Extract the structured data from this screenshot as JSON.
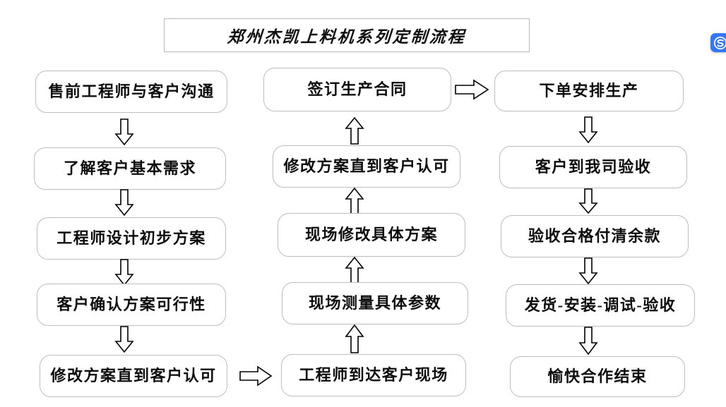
{
  "page": {
    "title": "郑州杰凯上料机系列定制流程",
    "background_color": "#ffffff",
    "box_border_color": "#bdbdbd",
    "text_color": "#0d0d0d"
  },
  "badge": {
    "name": "s-logo-badge",
    "color": "#3478f6",
    "glyph": "S"
  },
  "flow": {
    "column1": [
      {
        "id": "n1",
        "label": "售前工程师与客户沟通"
      },
      {
        "id": "n2",
        "label": "了解客户基本需求"
      },
      {
        "id": "n3",
        "label": "工程师设计初步方案"
      },
      {
        "id": "n4",
        "label": "客户确认方案可行性"
      },
      {
        "id": "n5",
        "label": "修改方案直到客户认可"
      }
    ],
    "column2": [
      {
        "id": "n6",
        "label": "签订生产合同"
      },
      {
        "id": "n7",
        "label": "修改方案直到客户认可"
      },
      {
        "id": "n8",
        "label": "现场修改具体方案"
      },
      {
        "id": "n9",
        "label": "现场测量具体参数"
      },
      {
        "id": "n10",
        "label": "工程师到达客户现场"
      }
    ],
    "column3": [
      {
        "id": "n11",
        "label": "下单安排生产"
      },
      {
        "id": "n12",
        "label": "客户到我司验收"
      },
      {
        "id": "n13",
        "label": "验收合格付清余款"
      },
      {
        "id": "n14",
        "label": "发货-安装-调试-验收"
      },
      {
        "id": "n15",
        "label": "愉快合作结束"
      }
    ],
    "connectors": [
      {
        "id": "a1",
        "direction": "down",
        "from": "n1",
        "to": "n2"
      },
      {
        "id": "a2",
        "direction": "down",
        "from": "n2",
        "to": "n3"
      },
      {
        "id": "a3",
        "direction": "down",
        "from": "n3",
        "to": "n4"
      },
      {
        "id": "a4",
        "direction": "down",
        "from": "n4",
        "to": "n5"
      },
      {
        "id": "a5",
        "direction": "right",
        "from": "n5",
        "to": "n10"
      },
      {
        "id": "a6",
        "direction": "up",
        "from": "n10",
        "to": "n9"
      },
      {
        "id": "a7",
        "direction": "up",
        "from": "n9",
        "to": "n8"
      },
      {
        "id": "a8",
        "direction": "up",
        "from": "n8",
        "to": "n7"
      },
      {
        "id": "a9",
        "direction": "up",
        "from": "n7",
        "to": "n6"
      },
      {
        "id": "a10",
        "direction": "right",
        "from": "n6",
        "to": "n11"
      },
      {
        "id": "a11",
        "direction": "down",
        "from": "n11",
        "to": "n12"
      },
      {
        "id": "a12",
        "direction": "down",
        "from": "n12",
        "to": "n13"
      },
      {
        "id": "a13",
        "direction": "down",
        "from": "n13",
        "to": "n14"
      },
      {
        "id": "a14",
        "direction": "down",
        "from": "n14",
        "to": "n15"
      }
    ]
  }
}
